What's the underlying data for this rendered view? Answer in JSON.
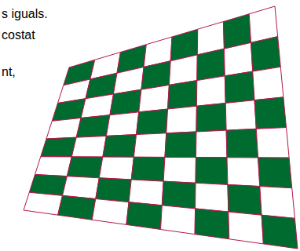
{
  "diagram": {
    "labels": [
      "s iguals.",
      "costat",
      "nt,"
    ]
  }
}
